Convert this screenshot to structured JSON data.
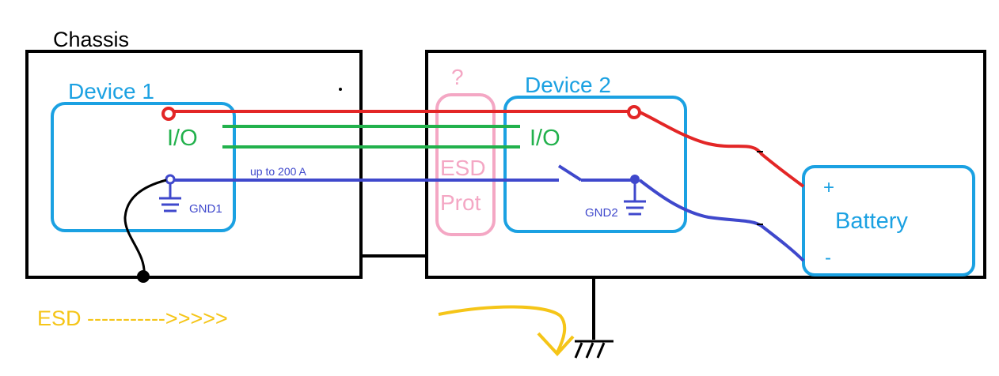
{
  "labels": {
    "chassis": "Chassis",
    "device1": "Device 1",
    "device2": "Device 2",
    "io_left": "I/O",
    "io_right": "I/O",
    "gnd1": "GND1",
    "gnd2": "GND2",
    "current": "up to 200 A",
    "esd_question": "?",
    "esd_prot_line1": "ESD",
    "esd_prot_line2": "Prot",
    "battery": "Battery",
    "battery_plus": "+",
    "battery_minus": "-",
    "esd_arrow": "ESD ----------->>>>>"
  },
  "colors": {
    "outline": "#000000",
    "device_border": "#1ba1e2",
    "device_text": "#1ba1e2",
    "power_wire": "#e32626",
    "io_wire": "#22b14c",
    "ground_wire": "#3f48cc",
    "esd_prot": "#f4a7c4",
    "esd_arrow": "#f5c518"
  }
}
